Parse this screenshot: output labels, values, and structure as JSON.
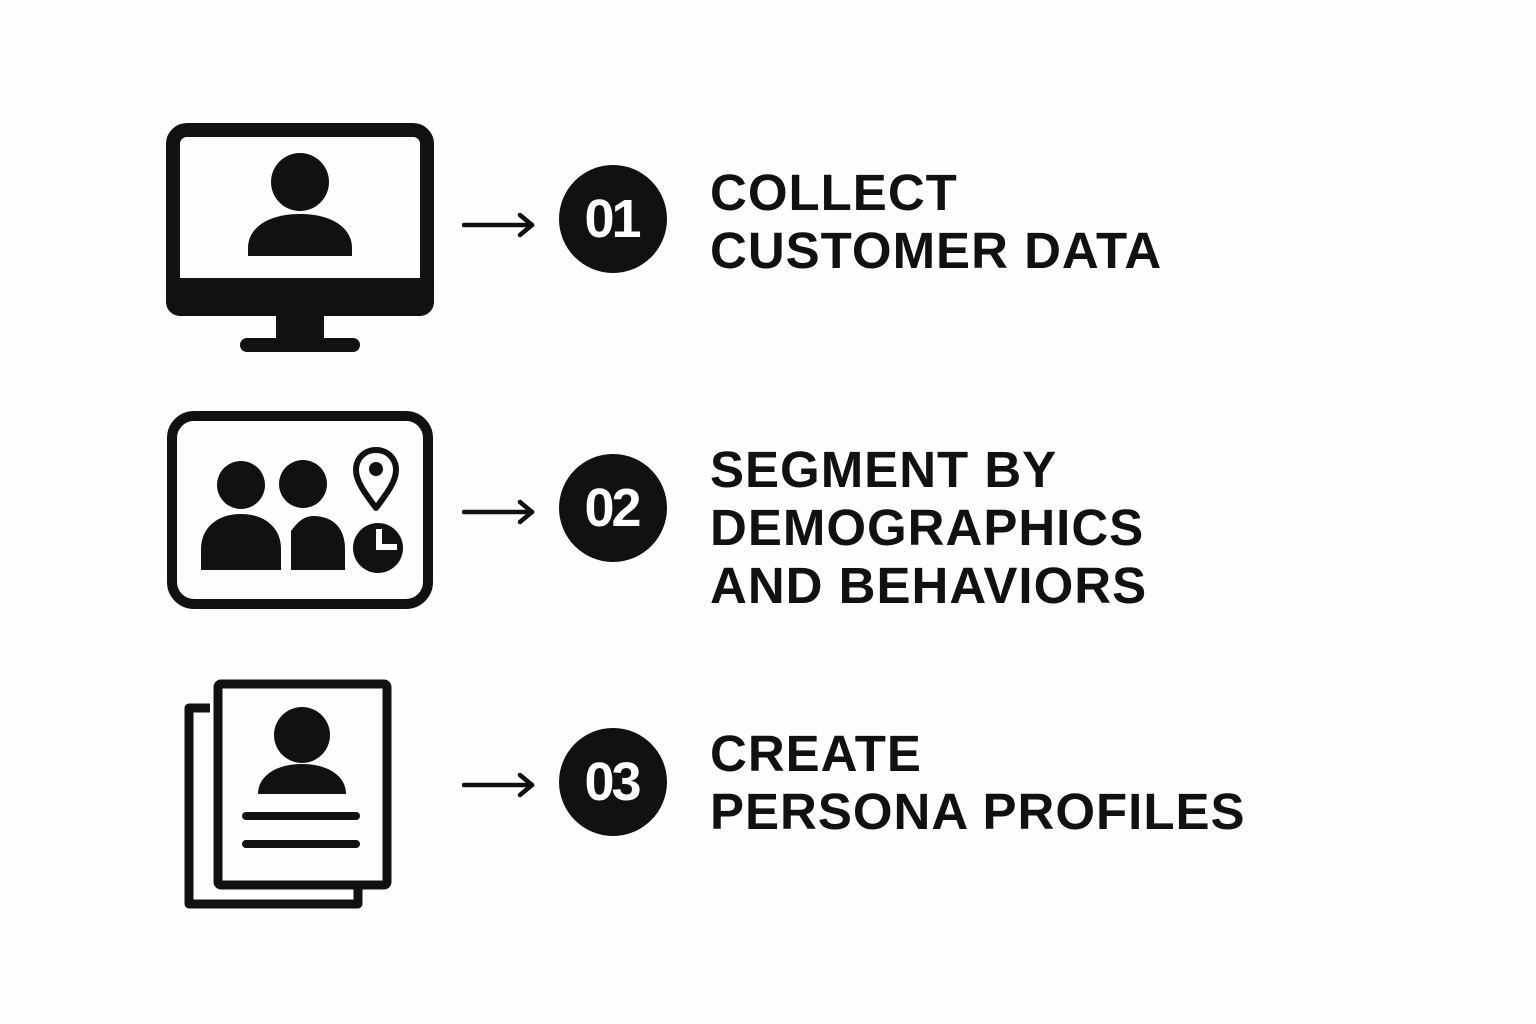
{
  "colors": {
    "background": "#fefefe",
    "ink": "#111111",
    "badge_text": "#ffffff"
  },
  "steps": [
    {
      "number": "01",
      "icon": "monitor-user-icon",
      "lines": [
        "COLLECT",
        "CUSTOMER DATA"
      ]
    },
    {
      "number": "02",
      "icon": "segment-dashboard-icon",
      "lines": [
        "SEGMENT BY",
        "DEMOGRAPHICS",
        "AND BEHAVIORS"
      ]
    },
    {
      "number": "03",
      "icon": "persona-profile-cards-icon",
      "lines": [
        "CREATE",
        "PERSONA PROFILES"
      ]
    }
  ]
}
